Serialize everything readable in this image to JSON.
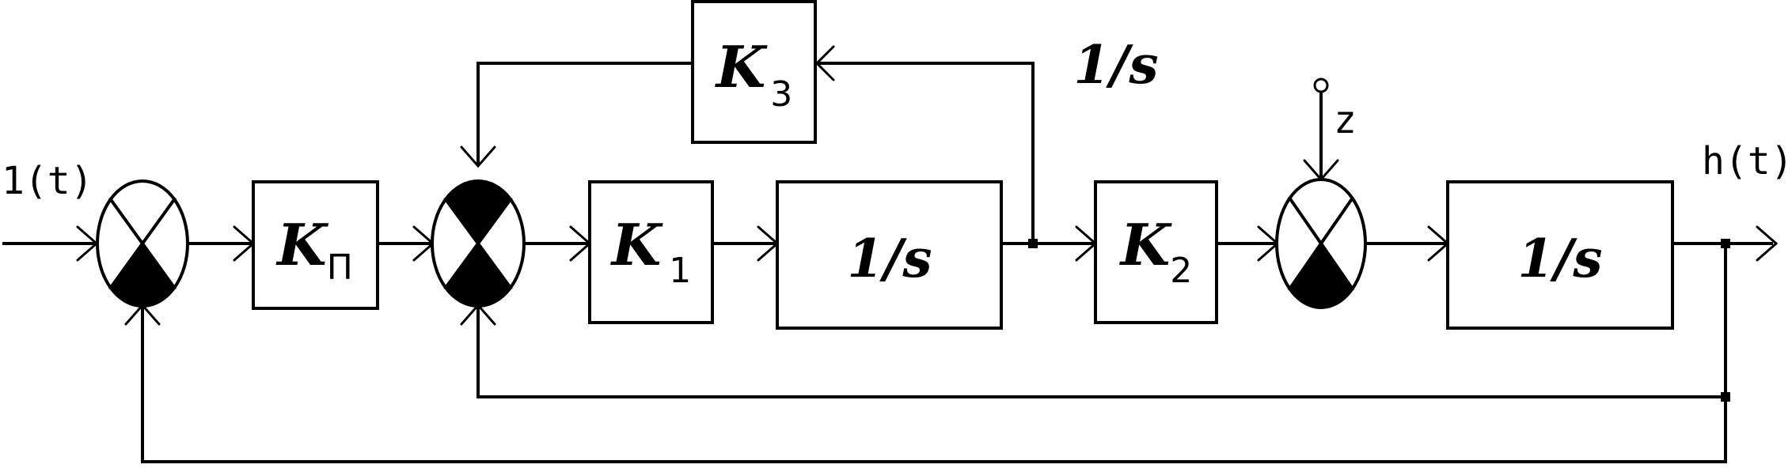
{
  "signals": {
    "input": "1(t)",
    "output": "h(t)",
    "disturbance": "z"
  },
  "blocks": {
    "kp": {
      "symbol": "K",
      "subscript": "П"
    },
    "k1": {
      "symbol": "K",
      "subscript": "1"
    },
    "k2": {
      "symbol": "K",
      "subscript": "2"
    },
    "k3": {
      "symbol": "K",
      "subscript": "3"
    },
    "integrator1": "1/s",
    "integrator2": "1/s"
  },
  "floating_label": "1/s"
}
